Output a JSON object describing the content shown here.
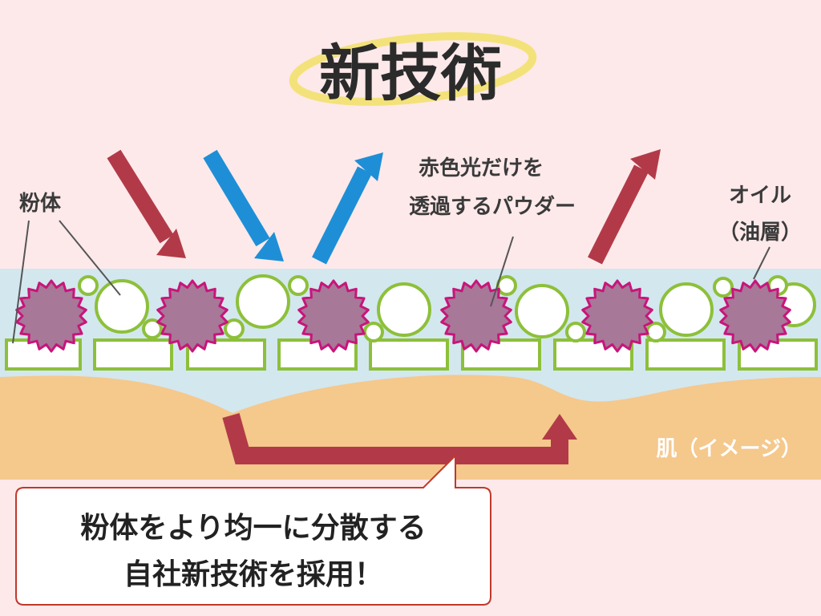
{
  "title": "新技術",
  "labels": {
    "powder": "粉体",
    "red_powder_line1": "赤色光だけを",
    "red_powder_line2": "透過するパウダー",
    "oil_line1": "オイル",
    "oil_line2": "（油層）",
    "skin": "肌（イメージ）"
  },
  "callout": {
    "line1": "粉体をより均一に分散する",
    "line2": "自社新技術を採用！"
  },
  "colors": {
    "background": "#fde9ea",
    "oil_layer": "#d3e7ef",
    "skin": "#f5c88c",
    "red_arrow": "#b23a48",
    "blue_arrow": "#1e8fd6",
    "red_particle_fill": "#a77898",
    "red_particle_edge": "#c8157a",
    "powder_edge": "#8dc03a",
    "title_highlight": "#f3e27a"
  },
  "icons": {
    "incoming_light": "down-arrow-icon",
    "reflected_light": "up-arrow-icon",
    "dispersion": "bent-arrow-icon"
  }
}
